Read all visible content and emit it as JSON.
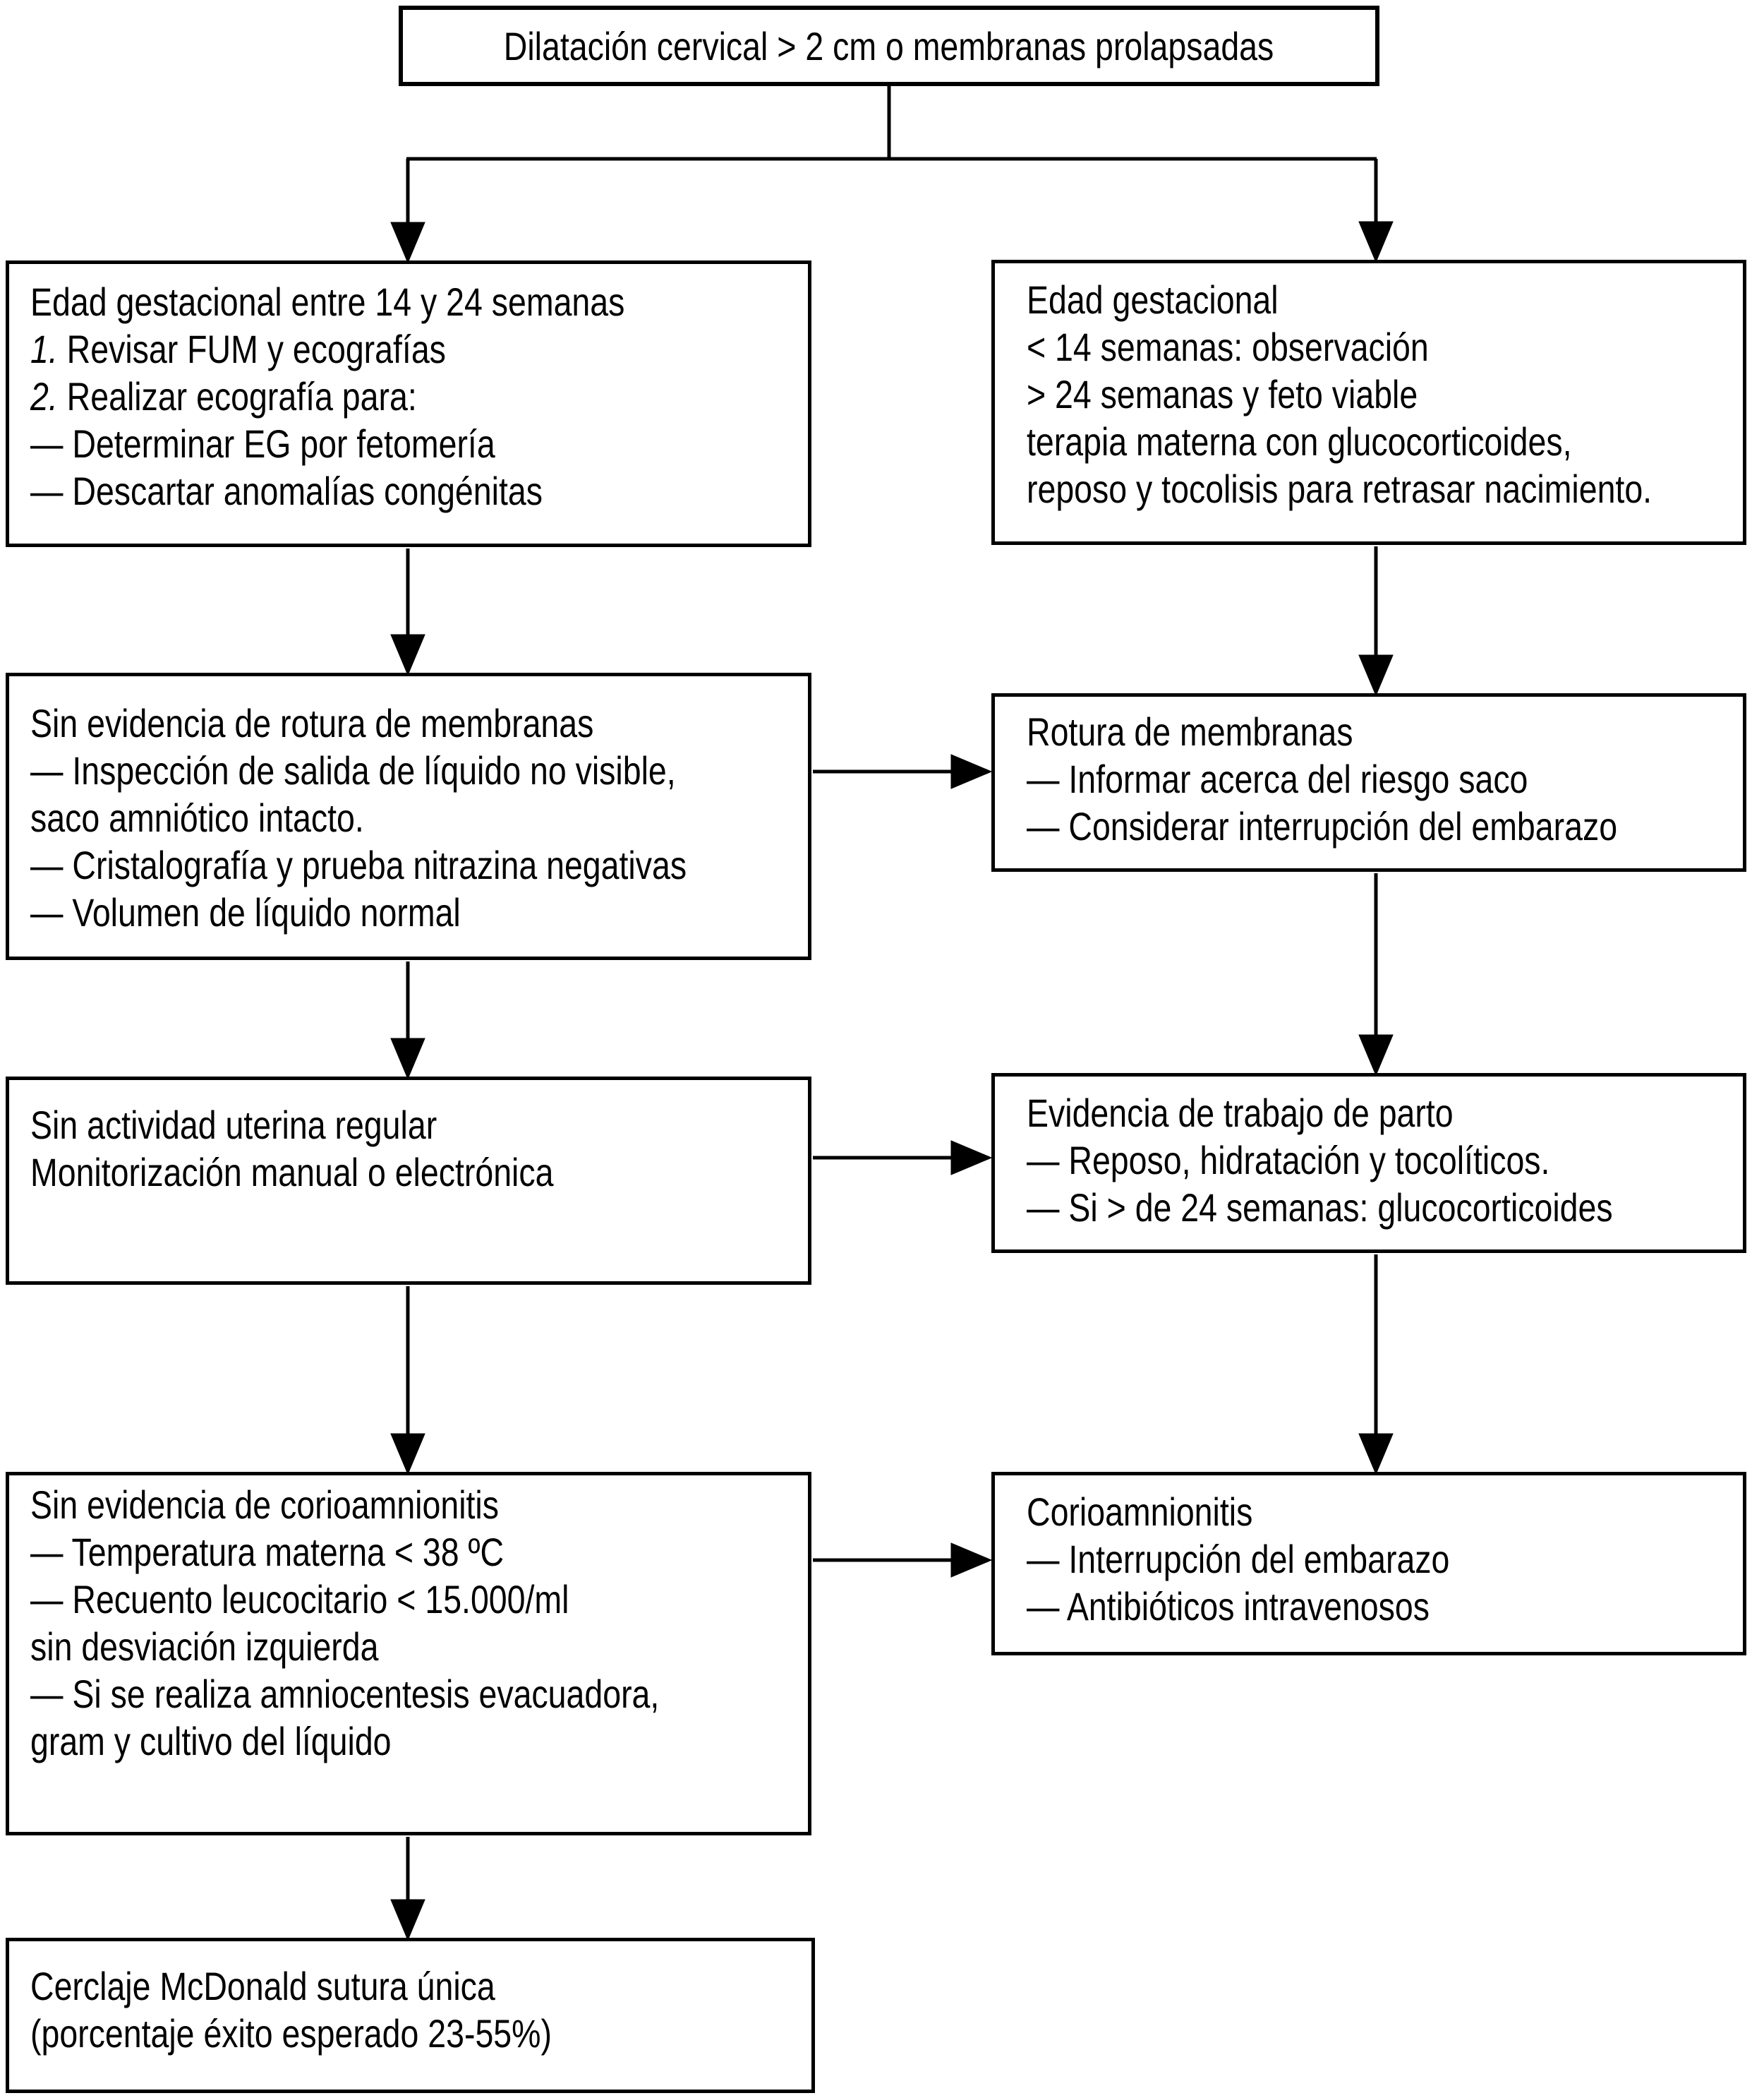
{
  "colors": {
    "box_border": "#000000",
    "box_background": "#ffffff",
    "text": "#000000",
    "connector_line": "#000000"
  },
  "nodes": {
    "dilatacion_cervical": {
      "lines": [
        "Dilatación cervical > 2 cm o membranas prolapsadas"
      ]
    },
    "edad_14_24": {
      "lines": [
        "Edad gestacional entre 14 y 24 semanas",
        {
          "it": "1.",
          "t": "Revisar FUM y ecografías"
        },
        {
          "it": "2.",
          "t": "Realizar ecografía para:"
        },
        "— Determinar EG por fetomería",
        "— Descartar anomalías congénitas"
      ]
    },
    "edad_obs": {
      "lines": [
        "Edad gestacional",
        "< 14 semanas: observación",
        "> 24 semanas y feto viable",
        "terapia materna con glucocorticoides,",
        "reposo y tocolisis para retrasar nacimiento."
      ]
    },
    "sin_rotura": {
      "lines": [
        "Sin evidencia de rotura de membranas",
        "— Inspección de salida de líquido no visible,",
        "saco amniótico intacto.",
        "— Cristalografía y prueba nitrazina negativas",
        "— Volumen de líquido normal"
      ]
    },
    "rotura": {
      "lines": [
        "Rotura de membranas",
        "— Informar acerca del riesgo saco",
        "— Considerar interrupción del embarazo"
      ]
    },
    "sin_actividad": {
      "lines": [
        "Sin actividad uterina regular",
        "Monitorización manual o electrónica"
      ]
    },
    "trabajo_parto": {
      "lines": [
        "Evidencia de trabajo de parto",
        "— Reposo, hidratación y tocolíticos.",
        "— Si > de 24 semanas: glucocorticoides"
      ]
    },
    "sin_corio": {
      "lines": [
        "Sin evidencia de corioamnionitis",
        "— Temperatura materna < 38 ºC",
        "— Recuento leucocitario < 15.000/ml",
        "sin desviación izquierda",
        "— Si se realiza amniocentesis evacuadora,",
        "gram y cultivo del líquido"
      ]
    },
    "corio": {
      "lines": [
        "Corioamnionitis",
        "— Interrupción del embarazo",
        "— Antibióticos intravenosos"
      ]
    },
    "cerclaje": {
      "lines": [
        "Cerclaje McDonald sutura única",
        "(porcentaje éxito esperado 23-55%)"
      ]
    }
  },
  "edges": [
    {
      "from": "dilatacion_cervical",
      "to": "edad_14_24"
    },
    {
      "from": "dilatacion_cervical",
      "to": "edad_obs"
    },
    {
      "from": "edad_14_24",
      "to": "sin_rotura"
    },
    {
      "from": "edad_obs",
      "to": "rotura"
    },
    {
      "from": "sin_rotura",
      "to": "rotura"
    },
    {
      "from": "sin_rotura",
      "to": "sin_actividad"
    },
    {
      "from": "rotura",
      "to": "trabajo_parto"
    },
    {
      "from": "sin_actividad",
      "to": "trabajo_parto"
    },
    {
      "from": "sin_actividad",
      "to": "sin_corio"
    },
    {
      "from": "trabajo_parto",
      "to": "corio"
    },
    {
      "from": "sin_corio",
      "to": "corio"
    },
    {
      "from": "sin_corio",
      "to": "cerclaje"
    }
  ]
}
